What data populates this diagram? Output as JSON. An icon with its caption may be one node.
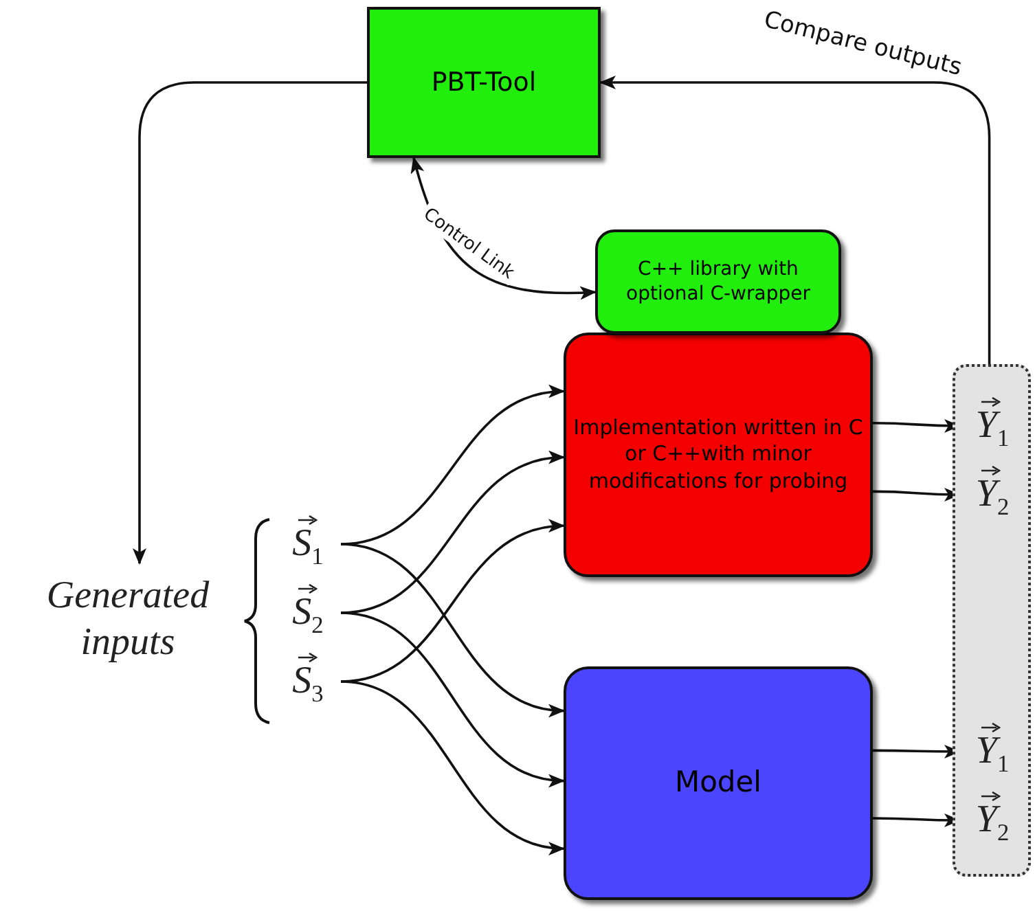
{
  "diagram": {
    "nodes": [
      {
        "text": [
          "PBT-Tool"
        ]
      },
      {
        "text": [
          "Generated inputs"
        ]
      },
      {
        "text": [
          "S$_{1}$"
        ]
      },
      {
        "text": [
          "S$_{2}$"
        ]
      },
      {
        "text": [
          "S$_{3}$"
        ]
      },
      {
        "text": [
          "C++ library with optional C-wrapper"
        ]
      },
      {
        "text": [
          "Implementation written in C or C++with minor modifications for probing"
        ]
      },
      {
        "text": [
          "Model"
        ]
      },
      {
        "text": [],
        "shape": "box"
      },
      {
        "text": [
          "Y$_{1}$"
        ],
        "in": 8
      },
      {
        "text": [
          "Y$_{2}$"
        ],
        "in": 8
      },
      {
        "text": [
          "Y$_{1}$"
        ],
        "in": 8
      },
      {
        "text": [
          "Y$_{2}$"
        ],
        "in": 8
      }
    ],
    "edges": [
      {
        "from": 0,
        "to": 1,
        "arrow": "to"
      },
      {
        "from": 8,
        "to": 0,
        "arrow": "to",
        "label": "Compare outputs"
      },
      {
        "from": 0,
        "to": 5,
        "arrow": "both",
        "label": "Control Link"
      },
      {
        "from": 2,
        "to": 6,
        "arrow": "to"
      },
      {
        "from": 2,
        "to": 7,
        "arrow": "to"
      },
      {
        "from": 3,
        "to": 6,
        "arrow": "to"
      },
      {
        "from": 3,
        "to": 7,
        "arrow": "to"
      },
      {
        "from": 4,
        "to": 6,
        "arrow": "to"
      },
      {
        "from": 4,
        "to": 7,
        "arrow": "to"
      },
      {
        "from": 6,
        "to": 9,
        "arrow": "to"
      },
      {
        "from": 6,
        "to": 10,
        "arrow": "to"
      },
      {
        "from": 7,
        "to": 11,
        "arrow": "to"
      },
      {
        "from": 7,
        "to": 12,
        "arrow": "to"
      }
    ]
  }
}
